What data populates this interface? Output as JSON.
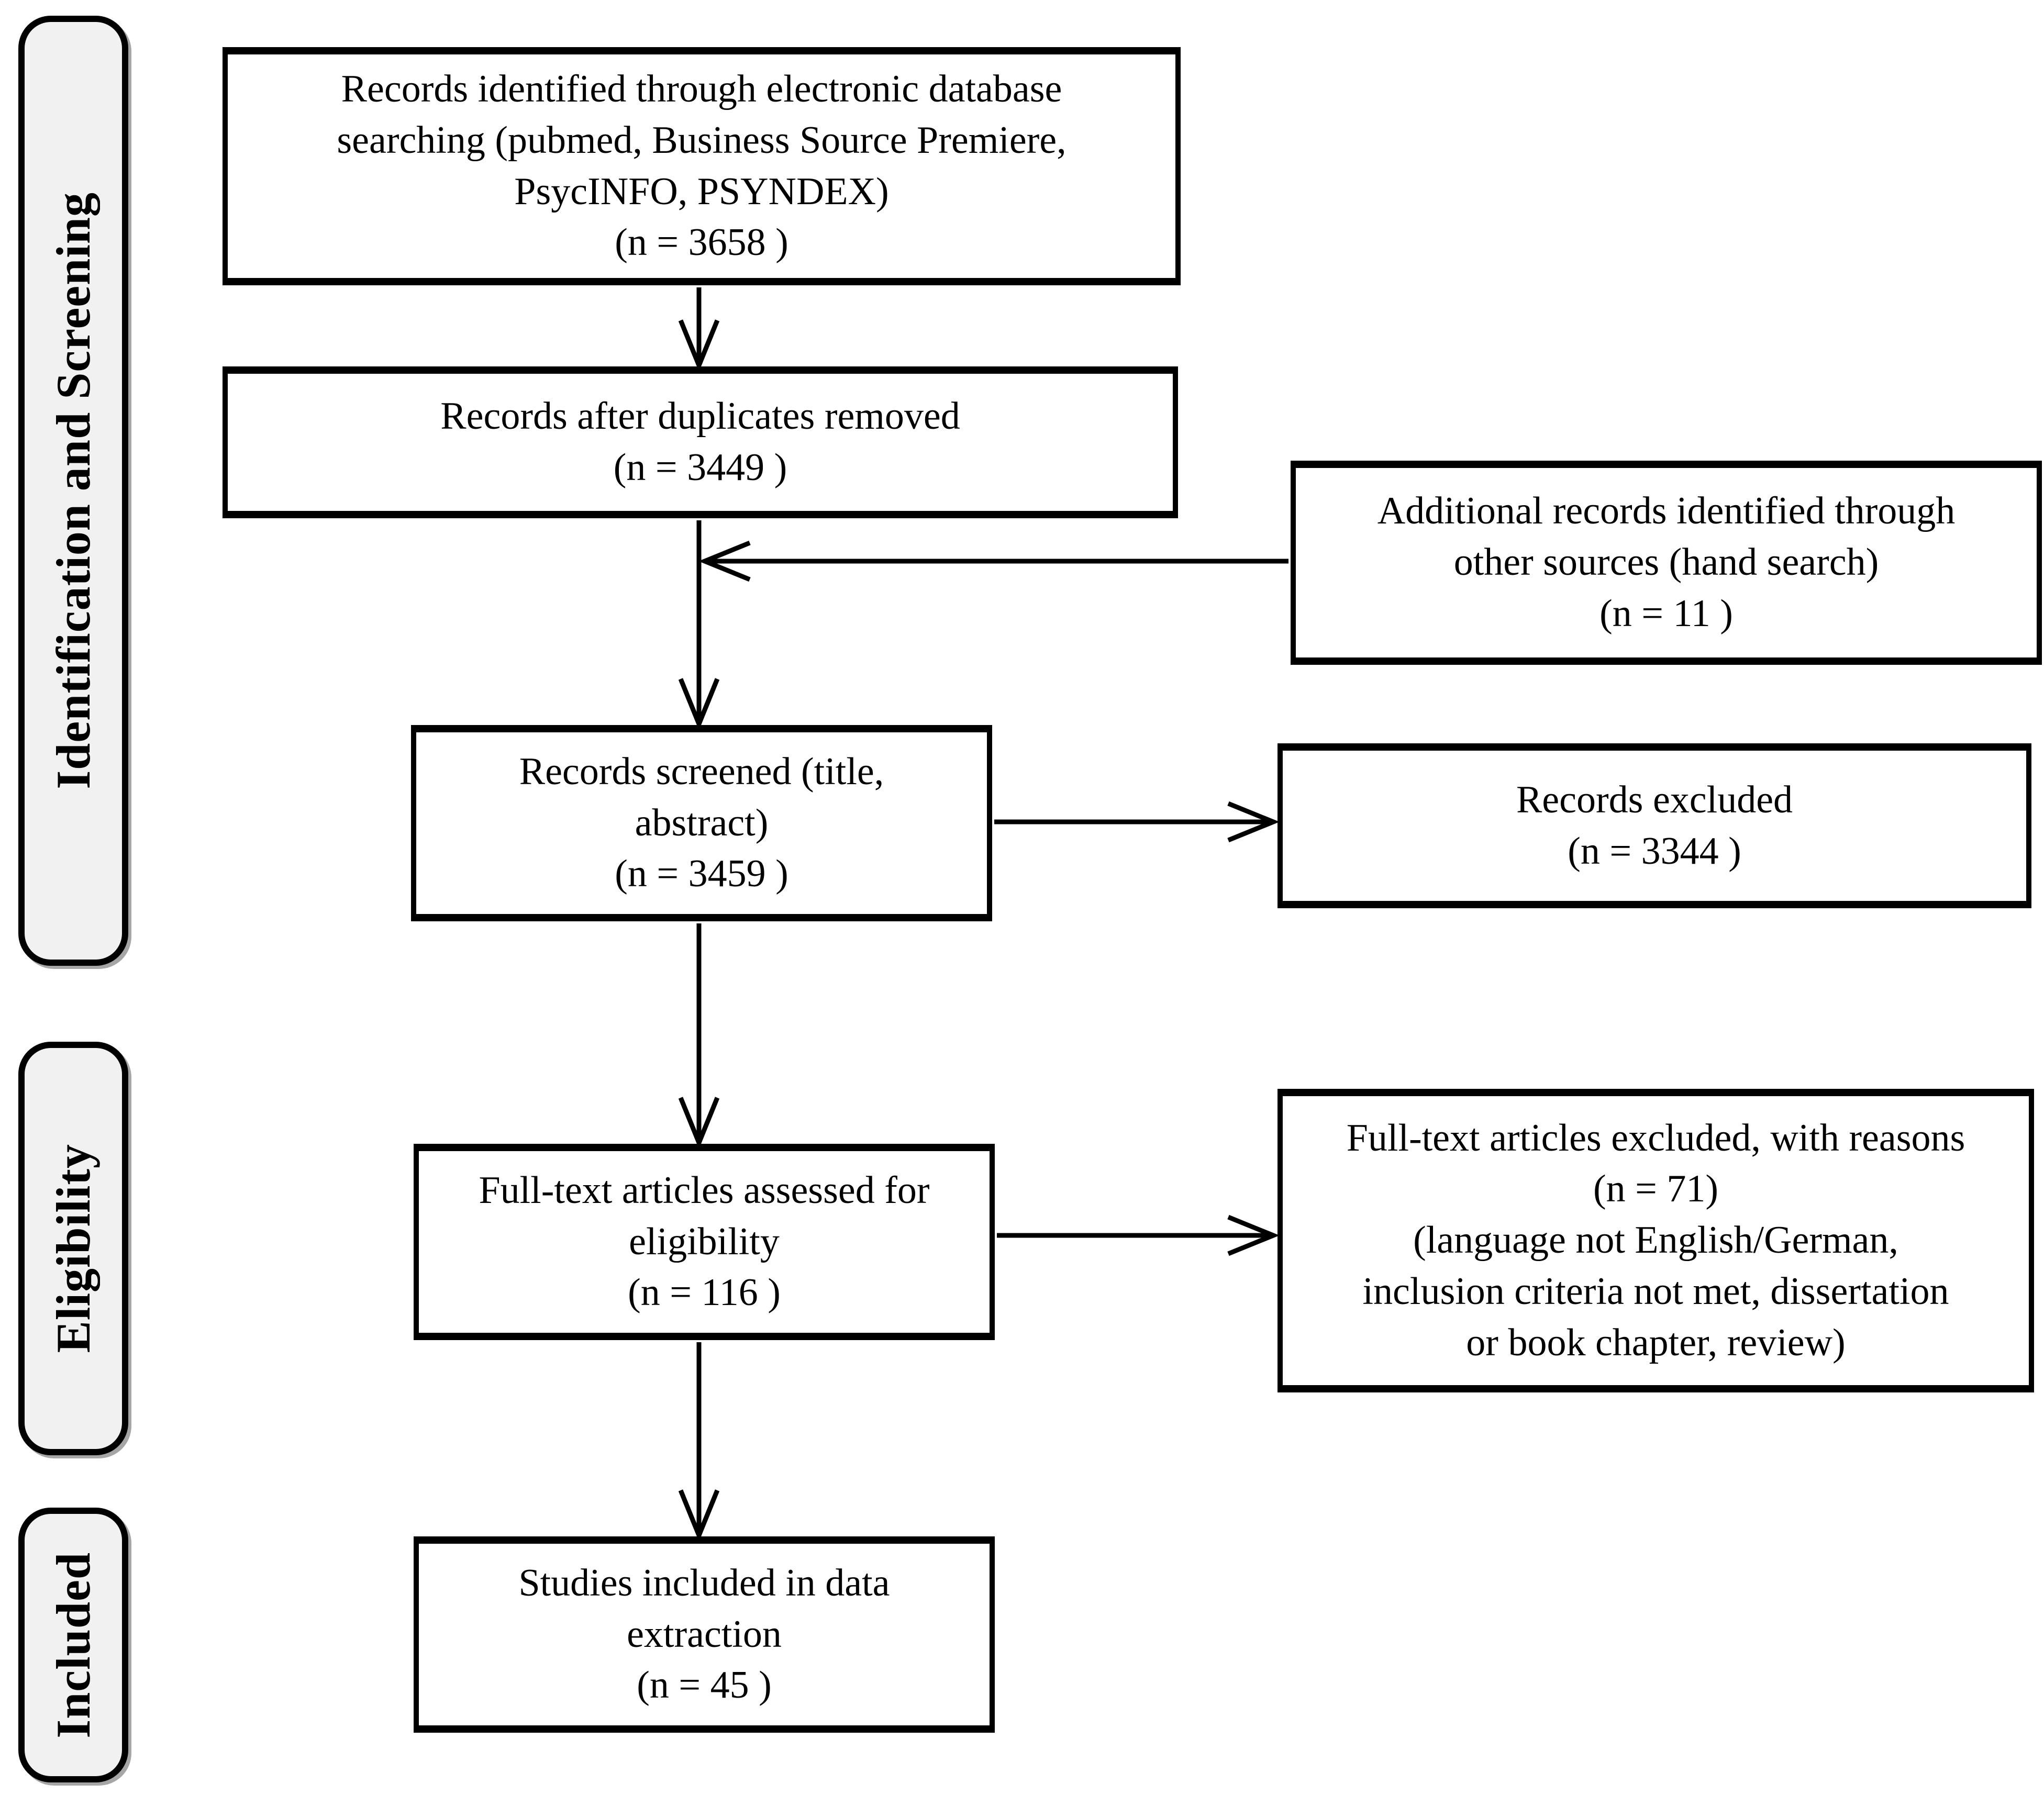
{
  "stages": [
    {
      "label": "Identification and Screening"
    },
    {
      "label": "Eligibility"
    },
    {
      "label": "Included"
    }
  ],
  "boxes": {
    "identified": {
      "lines": [
        "Records identified through electronic database",
        "searching (pubmed, Business Source Premiere,",
        "PsycINFO, PSYNDEX)",
        "(n = 3658 )"
      ]
    },
    "duplicates_removed": {
      "lines": [
        "Records after duplicates removed",
        "(n = 3449 )"
      ]
    },
    "additional_records": {
      "lines": [
        "Additional records identified through",
        "other sources (hand search)",
        "(n = 11 )"
      ]
    },
    "screened": {
      "lines": [
        "Records screened (title,",
        "abstract)",
        "(n = 3459 )"
      ]
    },
    "records_excluded": {
      "lines": [
        "Records excluded",
        "(n = 3344 )"
      ]
    },
    "fulltext_assessed": {
      "lines": [
        "Full-text articles assessed for",
        "eligibility",
        "(n = 116 )"
      ]
    },
    "fulltext_excluded": {
      "lines": [
        "Full-text articles excluded, with reasons",
        "(n = 71)",
        "(language not English/German,",
        "inclusion criteria not met, dissertation",
        "or book chapter, review)"
      ]
    },
    "included_studies": {
      "lines": [
        "Studies included in data",
        "extraction",
        "(n = 45 )"
      ]
    }
  },
  "arrows": [
    {
      "from": "records-identified",
      "to": "records-after-duplicates"
    },
    {
      "from": "records-after-duplicates",
      "to": "records-screened"
    },
    {
      "from": "additional-records",
      "to": "main-flow-line"
    },
    {
      "from": "records-screened",
      "to": "records-excluded"
    },
    {
      "from": "records-screened",
      "to": "fulltext-assessed"
    },
    {
      "from": "fulltext-assessed",
      "to": "fulltext-excluded"
    },
    {
      "from": "fulltext-assessed",
      "to": "studies-included"
    }
  ],
  "colors": {
    "line": "#000000",
    "stage_fill": "#f1f1f1",
    "box_fill": "#ffffff",
    "text": "#000000"
  }
}
